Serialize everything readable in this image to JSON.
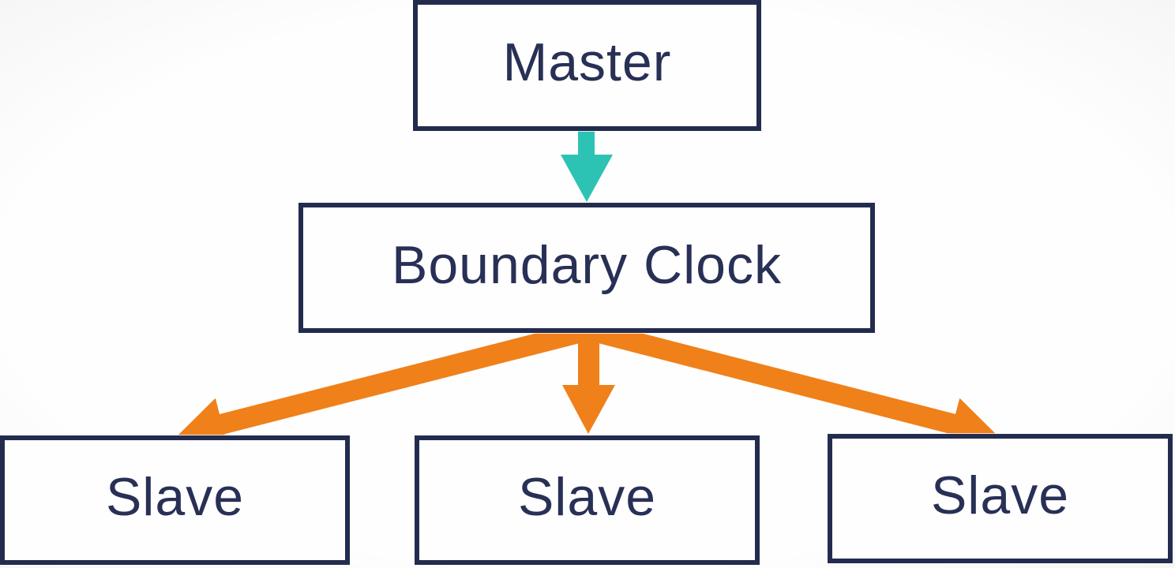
{
  "diagram": {
    "nodes": [
      {
        "id": "master",
        "label": "Master"
      },
      {
        "id": "boundary-clock",
        "label": "Boundary Clock"
      },
      {
        "id": "slave-1",
        "label": "Slave"
      },
      {
        "id": "slave-2",
        "label": "Slave"
      },
      {
        "id": "slave-3",
        "label": "Slave"
      }
    ],
    "edges": [
      {
        "from": "master",
        "to": "boundary-clock",
        "color": "#2cc3b4",
        "style": "teal-down-arrow"
      },
      {
        "from": "boundary-clock",
        "to": "slave-1",
        "color": "#f0801a",
        "style": "orange-diagonal-arrow"
      },
      {
        "from": "boundary-clock",
        "to": "slave-2",
        "color": "#f0801a",
        "style": "orange-down-arrow"
      },
      {
        "from": "boundary-clock",
        "to": "slave-3",
        "color": "#f0801a",
        "style": "orange-diagonal-arrow"
      }
    ],
    "colors": {
      "background": "#fdfdfd",
      "box_border": "#232c4e",
      "box_fill": "#fefefe",
      "label_text": "#283056",
      "arrow_teal": "#2cc3b4",
      "arrow_orange": "#f0801a"
    }
  }
}
